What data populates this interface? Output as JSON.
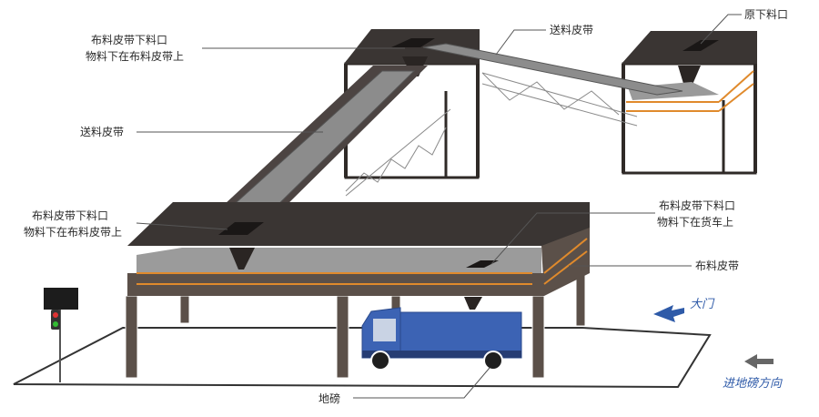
{
  "labels": {
    "top_chute": [
      "布料皮带下料口",
      "物料下在布料皮带上"
    ],
    "feed_belt_top": "送料皮带",
    "raw_chute": "原下料口",
    "feed_belt_left": "送料皮带",
    "mid_chute": [
      "布料皮带下料口",
      "物料下在布料皮带上"
    ],
    "truck_chute": [
      "布料皮带下料口",
      "物料下在货车上"
    ],
    "distribution_belt": "布料皮带",
    "gate": "大门",
    "entry_direction": "进地磅方向",
    "weighbridge": "地磅"
  },
  "colors": {
    "steel": "#5b5049",
    "roof": "#3a3533",
    "belt": "#8c8c8c",
    "railing": "#e08a2c",
    "truck_body": "#3c63b4",
    "accent_blue": "#2e5aa8"
  },
  "icons": [
    "traffic-light-icon",
    "display-board-icon",
    "arrow-left-icon",
    "truck-icon"
  ]
}
